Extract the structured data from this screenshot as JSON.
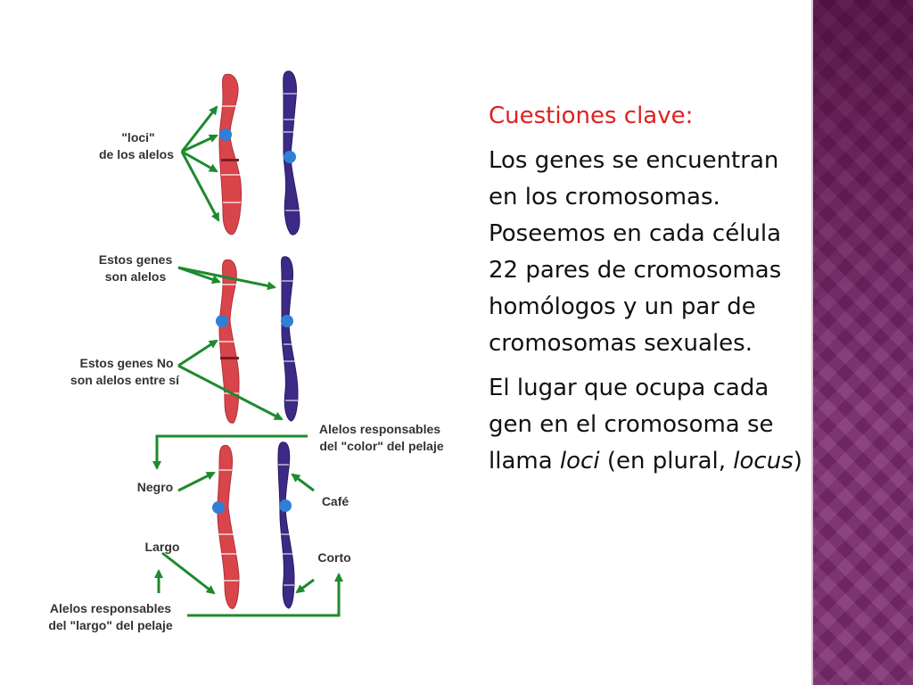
{
  "slide": {
    "heading": "Cuestiones clave:",
    "paragraph1": "Los genes se encuentran en los cromosomas. Poseemos en cada célula 22 pares de cromosomas homólogos y un par de cromosomas sexuales.",
    "paragraph2": {
      "lead": "El lugar que ocupa cada gen en el cromosoma se llama ",
      "term": "loci",
      "mid": " (en plural, ",
      "plural": "locus",
      "tail": ")"
    }
  },
  "figure": {
    "labels": {
      "loci_line1": "\"loci\"",
      "loci_line2": "de los alelos",
      "alelos_line1": "Estos genes",
      "alelos_line2": "son alelos",
      "noalelos_line1": "Estos genes No",
      "noalelos_line2": "son alelos entre sí",
      "color_line1": "Alelos responsables",
      "color_line2": "del \"color\" del pelaje",
      "negro": "Negro",
      "cafe": "Café",
      "largo": "Largo",
      "corto": "Corto",
      "largo_line1": "Alelos responsables",
      "largo_line2": "del \"largo\" del pelaje"
    }
  },
  "colors": {
    "heading": "#e02020",
    "maternal_chromosome": "#d8454b",
    "paternal_chromosome": "#3c2a86",
    "arrow": "#1e8a2e",
    "centromere": "#2f7fd6",
    "accent_band": "#7a2a6e"
  }
}
